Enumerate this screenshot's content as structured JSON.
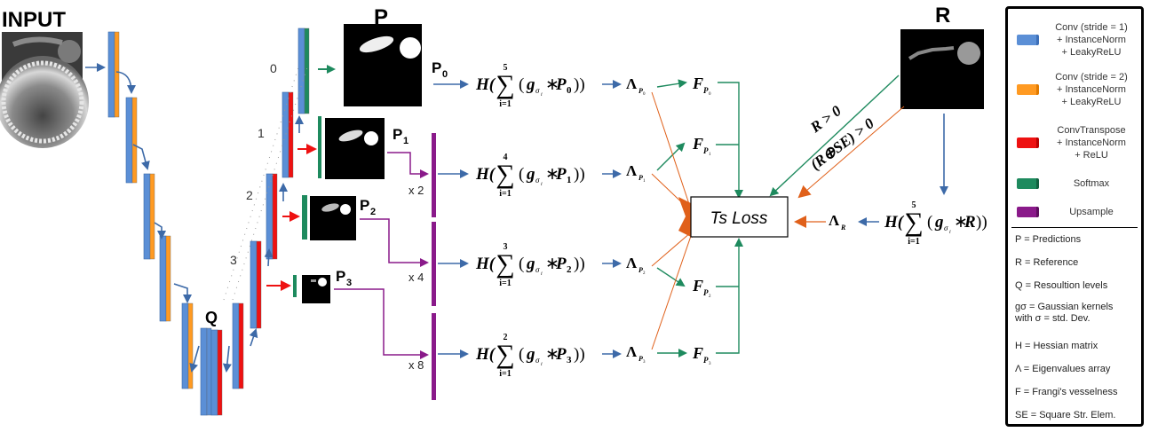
{
  "titles": {
    "input": "INPUT",
    "p": "P",
    "r": "R",
    "q": "Q"
  },
  "levels": [
    "0",
    "1",
    "2",
    "3"
  ],
  "pred_labels": {
    "p0": "P",
    "p0_sub": "0",
    "p1": "P",
    "p1_sub": "1",
    "p2": "P",
    "p2_sub": "2",
    "p3": "P",
    "p3_sub": "3"
  },
  "upsample_factors": [
    "x 2",
    "x 4",
    "x 8"
  ],
  "hessian": {
    "h": "H",
    "sum": "∑",
    "lower": "i=1",
    "uppers": [
      "5",
      "4",
      "3",
      "2",
      "5"
    ],
    "g": "g",
    "sigma": "σ",
    "sub_i": "i",
    "star": "∗",
    "args": [
      "P0",
      "P1",
      "P2",
      "P3",
      "R"
    ]
  },
  "lambda": {
    "symbol": "Λ",
    "subs": [
      "P0",
      "P1",
      "P2",
      "P3",
      "R"
    ]
  },
  "frangi": {
    "symbol": "F",
    "subs": [
      "P0",
      "P1",
      "P2",
      "P3"
    ]
  },
  "loss": "Ts Loss",
  "ref_conditions": [
    "R > 0",
    "(R⊕SE) > 0"
  ],
  "legend": {
    "items": [
      {
        "color": "#5b8fd6",
        "accent": "#3d6fb8",
        "text": "Conv (stride = 1)\n+ InstanceNorm\n+ LeakyReLU"
      },
      {
        "color": "#ff9a22",
        "accent": "#e07a00",
        "text": "Conv (stride = 2)\n+ InstanceNorm\n+ LeakyReLU"
      },
      {
        "color": "#ee1111",
        "accent": "#b80000",
        "text": "ConvTranspose\n+ InstanceNorm\n+ ReLU"
      },
      {
        "color": "#1e8a5e",
        "accent": "#126040",
        "text": "Softmax"
      },
      {
        "color": "#8a1a8a",
        "accent": "#5e0e5e",
        "text": "Upsample"
      }
    ],
    "definitions": [
      "P = Predictions",
      "R = Reference",
      "Q = Resoultion levels",
      "gσ = Gaussian kernels\nwith σ =  std. Dev.",
      "H = Hessian matrix",
      "Λ = Eigenvalues array",
      "F = Frangi's vesselness",
      "SE = Square Str. Elem."
    ]
  },
  "colors": {
    "blue": "#5b8fd6",
    "blue_arrow": "#3d6aa8",
    "orange": "#ff9a22",
    "red": "#ee1111",
    "green": "#1e8a5e",
    "purple": "#8a1a8a",
    "orange_line": "#e0601a"
  }
}
